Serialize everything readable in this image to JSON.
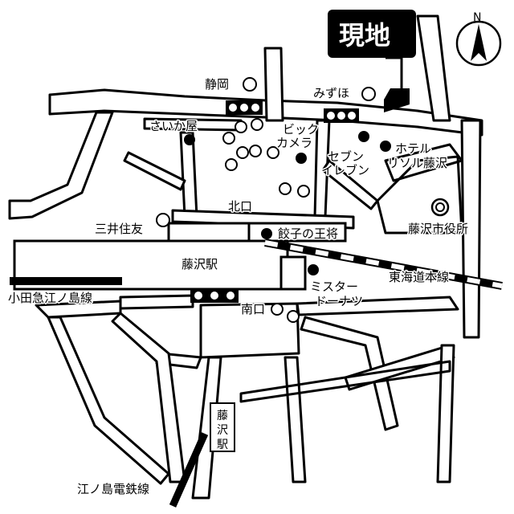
{
  "map": {
    "site_label": "現地",
    "north_label": "N",
    "station_label": "藤沢駅",
    "north_exit_label": "北口",
    "south_exit_label": "南口",
    "enoden_station_label": "藤沢駅",
    "landmarks": {
      "shizuoka": "静岡",
      "mizuho": "みずほ",
      "saikaya": "さいか屋",
      "bic_camera_1": "ビック",
      "bic_camera_2": "カメラ",
      "seven_eleven_1": "セブン",
      "seven_eleven_2": "イレブン",
      "hotel_1": "ホテル",
      "hotel_2": "リソル藤沢",
      "mitsui": "三井住友",
      "gyoza": "餃子の王将",
      "city_hall": "藤沢市役所",
      "misdo_1": "ミスター",
      "misdo_2": "ドーナツ"
    },
    "railways": {
      "odakyu": "小田急江ノ島線",
      "tokaido": "東海道本線",
      "enoden": "江ノ島電鉄線"
    },
    "colors": {
      "ink": "#000000",
      "paper": "#ffffff"
    }
  }
}
